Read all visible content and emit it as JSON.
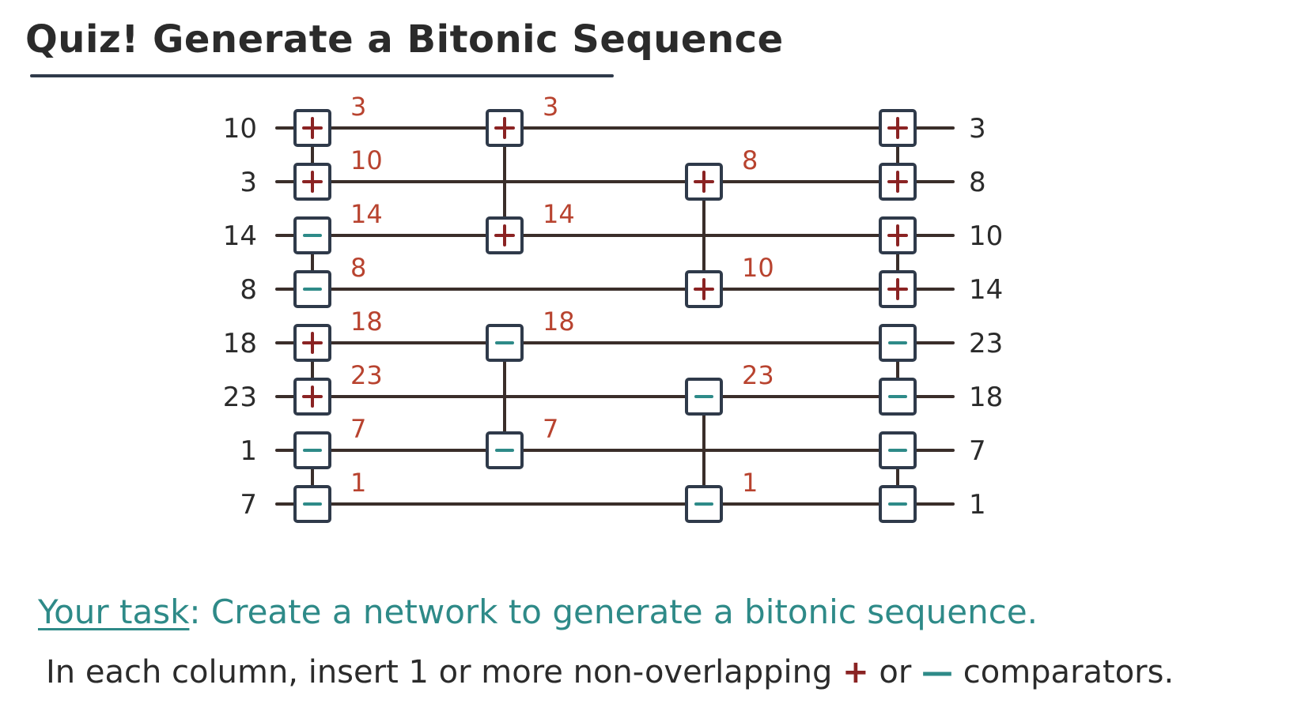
{
  "title": "Quiz! Generate a Bitonic Sequence",
  "inputs": [
    "10",
    "3",
    "14",
    "8",
    "18",
    "23",
    "1",
    "7"
  ],
  "outputs": [
    "3",
    "8",
    "10",
    "14",
    "23",
    "18",
    "7",
    "1"
  ],
  "columns": [
    {
      "comparators": [
        {
          "wires": [
            0,
            1
          ],
          "op": "+"
        },
        {
          "wires": [
            2,
            3
          ],
          "op": "-"
        },
        {
          "wires": [
            4,
            5
          ],
          "op": "+"
        },
        {
          "wires": [
            6,
            7
          ],
          "op": "-"
        }
      ],
      "results": [
        "3",
        "10",
        "14",
        "8",
        "18",
        "23",
        "7",
        "1"
      ]
    },
    {
      "comparators": [
        {
          "wires": [
            0,
            2
          ],
          "op": "+"
        },
        {
          "wires": [
            4,
            6
          ],
          "op": "-"
        }
      ],
      "results": [
        "3",
        "",
        "14",
        "",
        "18",
        "",
        "7",
        ""
      ]
    },
    {
      "comparators": [
        {
          "wires": [
            1,
            3
          ],
          "op": "+"
        },
        {
          "wires": [
            5,
            7
          ],
          "op": "-"
        }
      ],
      "results": [
        "",
        "8",
        "",
        "10",
        "",
        "23",
        "",
        "1"
      ]
    },
    {
      "comparators": [
        {
          "wires": [
            0,
            1
          ],
          "op": "+"
        },
        {
          "wires": [
            2,
            3
          ],
          "op": "+"
        },
        {
          "wires": [
            4,
            5
          ],
          "op": "-"
        },
        {
          "wires": [
            6,
            7
          ],
          "op": "-"
        }
      ],
      "results": []
    }
  ],
  "task_label": "Your task",
  "task_text": ": Create a network to generate a bitonic sequence.",
  "instruction": {
    "before": "In each column, insert 1 or more non-overlapping ",
    "plus": "+",
    "middle": " or ",
    "minus": "—",
    "after": " comparators."
  },
  "colors": {
    "ink": "#2b2b2b",
    "wire": "#3a2e2a",
    "plus": "#8a2323",
    "minus": "#2e8a88",
    "box": "#2f3a4a",
    "result": "#b8432f"
  }
}
